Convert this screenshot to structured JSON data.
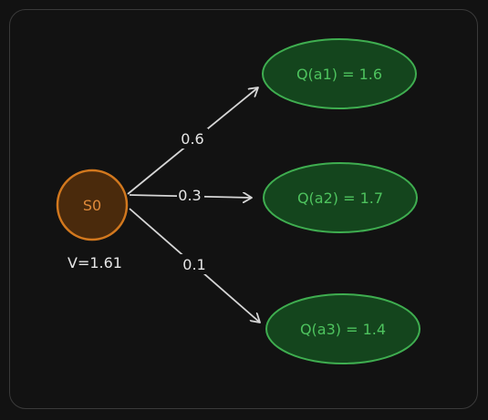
{
  "colors": {
    "background": "#121212",
    "panel_border": "#3a3a3a",
    "state_fill": "#4a2a0c",
    "state_stroke": "#d2781e",
    "state_text": "#e08a3a",
    "action_fill": "#14451d",
    "action_stroke": "#3fae50",
    "action_text": "#4ec35e",
    "edge": "#d6d6d6",
    "label": "#e6e6e6"
  },
  "state": {
    "label": "S0",
    "value_label": "V=1.61"
  },
  "actions": [
    {
      "label": "Q(a1) = 1.6",
      "probability": "0.6"
    },
    {
      "label": "Q(a2) = 1.7",
      "probability": "0.3"
    },
    {
      "label": "Q(a3) = 1.4",
      "probability": "0.1"
    }
  ]
}
